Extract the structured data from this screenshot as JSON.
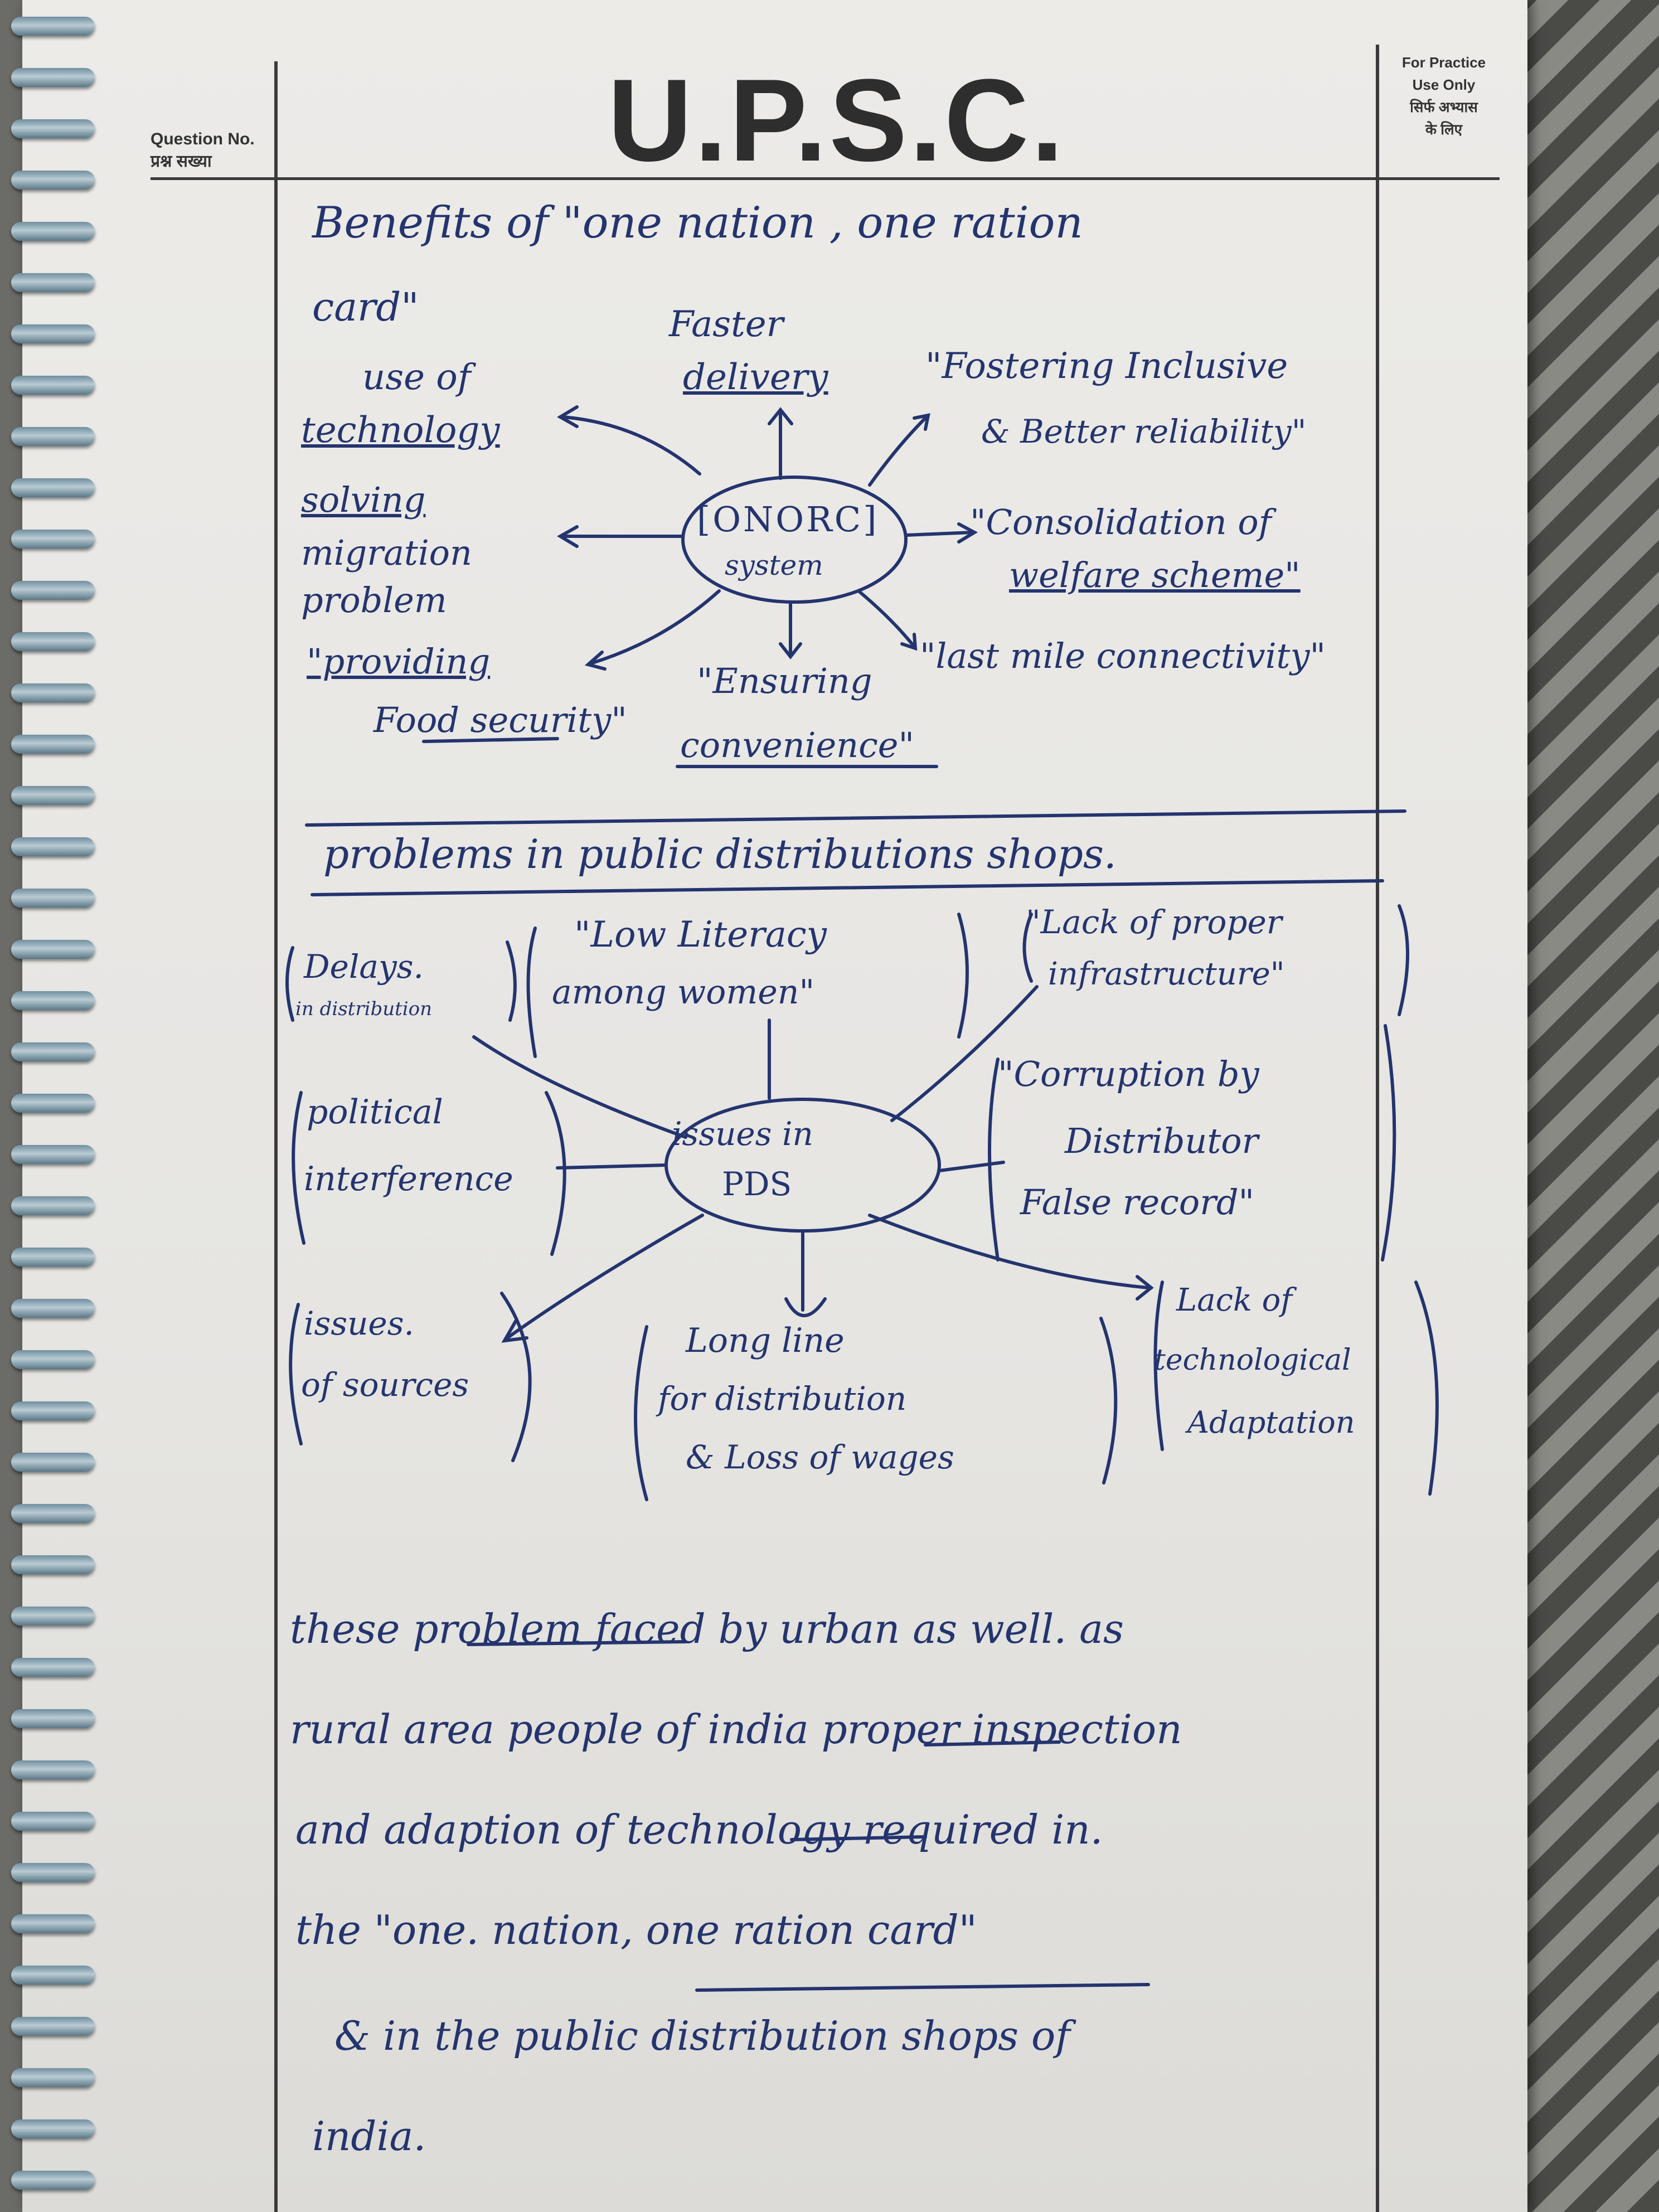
{
  "header": {
    "title": "U.P.S.C.",
    "question_no_en": "Question No.",
    "question_no_hi": "प्रश्न सख्या",
    "practice_en_1": "For Practice",
    "practice_en_2": "Use Only",
    "practice_hi_1": "सिर्फ अभ्यास",
    "practice_hi_2": "के लिए"
  },
  "section1": {
    "heading_line1": "Benefits of \"one nation , one ration",
    "heading_line2": "card\"",
    "center": "[ONORC]",
    "center_sub": "system",
    "nodes": {
      "faster_1": "Faster",
      "faster_2": "delivery",
      "use_1": "use of",
      "use_2": "technology",
      "fostering_1": "\"Fostering Inclusive",
      "fostering_2": "& Better reliability\"",
      "solving_1": "solving",
      "solving_2": "migration",
      "solving_3": "problem",
      "consolidation_1": "\"Consolidation of",
      "consolidation_2": "welfare scheme\"",
      "food_1": "\"providing",
      "food_2": "Food security\"",
      "ensuring_1": "\"Ensuring",
      "ensuring_2": "convenience\"",
      "lastmile": "\"last mile connectivity\""
    }
  },
  "section2": {
    "heading": "problems in public distributions shops.",
    "center_1": "issues in",
    "center_2": "PDS",
    "nodes": {
      "delays_1": "Delays.",
      "delays_2": "in distribution",
      "literacy_1": "\"Low Literacy",
      "literacy_2": "among women\"",
      "infra_1": "\"Lack of proper",
      "infra_2": "infrastructure\"",
      "political_1": "political",
      "political_2": "interference",
      "corruption_1": "\"Corruption by",
      "corruption_2": "Distributor",
      "corruption_3": "False record\"",
      "issues_1": "issues.",
      "issues_2": "of sources",
      "longline_1": "Long line",
      "longline_2": "for distribution",
      "longline_3": "& Loss of wages",
      "tech_1": "Lack of",
      "tech_2": "technological",
      "tech_3": "Adaptation"
    }
  },
  "conclusion": {
    "line1": "these problem faced by urban as well. as",
    "line2": "rural area people of india proper inspection",
    "line3": "and adaption of technology required in.",
    "line4": "the \"one. nation, one ration card\"",
    "line5": "& in the public distribution shops of",
    "line6": "india."
  },
  "colors": {
    "ink": "#24346e",
    "paper": "#e8e7e4",
    "print": "#2e2e2e"
  }
}
